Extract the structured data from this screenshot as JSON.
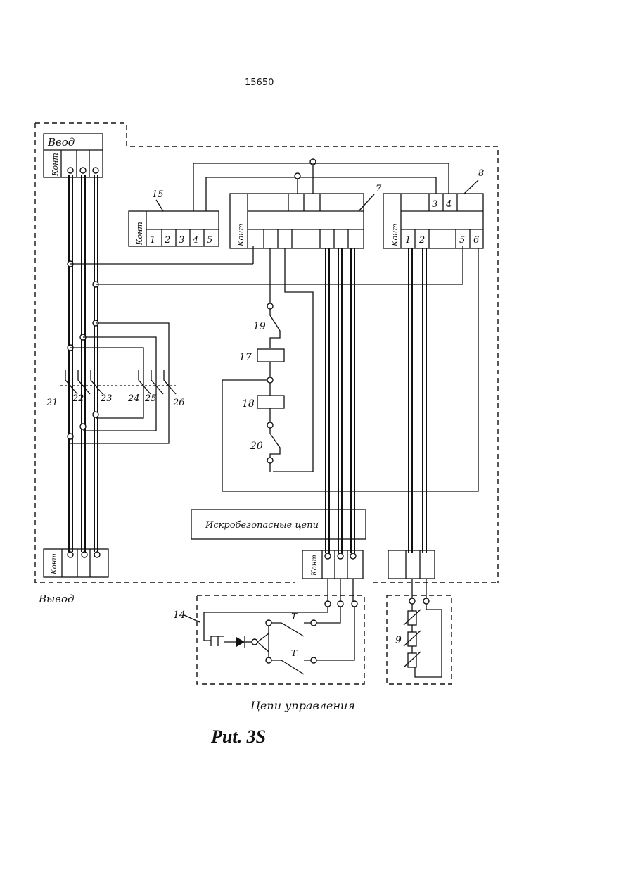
{
  "page_number": "15650",
  "caption": "Put. 3S",
  "labels": {
    "input_block": "Ввод",
    "output_block": "Вывод",
    "safe_circuits": "Искробезопасные цепи",
    "control_circuits": "Цепи управления",
    "kont": "Конт"
  },
  "block_15": {
    "ref": "15",
    "terminals": [
      "1",
      "2",
      "3",
      "4",
      "5"
    ]
  },
  "block_7": {
    "ref": "7"
  },
  "block_8": {
    "ref": "8",
    "terminals_top": [
      "3",
      "4"
    ],
    "terminals_bottom": [
      "1",
      "2",
      "5",
      "6"
    ]
  },
  "switches": [
    "21",
    "22",
    "23",
    "24",
    "25",
    "26"
  ],
  "components": {
    "c19": "19",
    "c17": "17",
    "c18": "18",
    "c20": "20",
    "c14": "14",
    "c9": "9"
  },
  "button_symbol": "T"
}
